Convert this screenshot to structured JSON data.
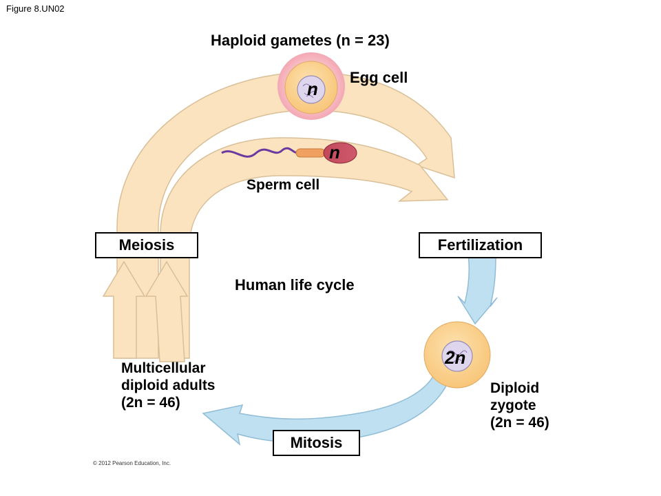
{
  "figure_label": "Figure 8.UN02",
  "title": "Haploid gametes (n = 23)",
  "egg_label": "Egg cell",
  "egg_ploidy": "n",
  "sperm_label": "Sperm cell",
  "sperm_ploidy": "n",
  "zygote_ploidy": "2n",
  "center_label": "Human life cycle",
  "meiosis": "Meiosis",
  "fertilization": "Fertilization",
  "mitosis": "Mitosis",
  "adults": {
    "line1": "Multicellular",
    "line2": "diploid adults",
    "line3": "(2n = 46)"
  },
  "zygote": {
    "line1": "Diploid",
    "line2": "zygote",
    "line3": "(2n = 46)"
  },
  "copyright": "© 2012 Pearson Education, Inc.",
  "colors": {
    "haploid_arrow": "#fbe3c0",
    "diploid_arrow": "#bfe0f0",
    "cell": "#fcd08a",
    "nucleus": "#ddd6ec"
  }
}
